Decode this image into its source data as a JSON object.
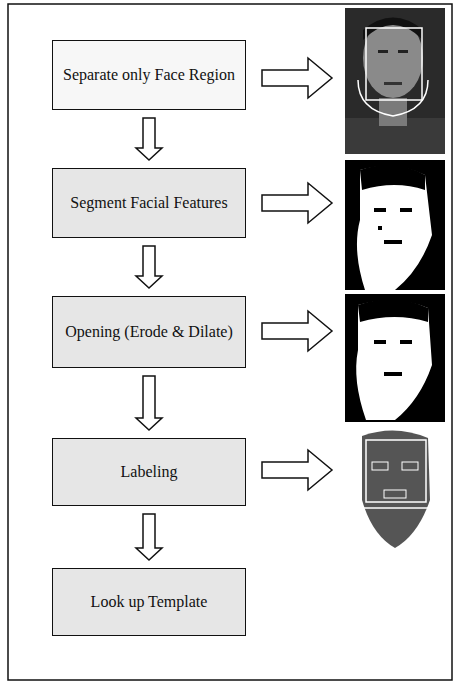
{
  "diagram": {
    "nodes": [
      {
        "text": [
          "Separate only Face Region"
        ]
      },
      {
        "text": [
          "Segment Facial Features"
        ]
      },
      {
        "text": [
          "Opening (Erode & Dilate)"
        ]
      },
      {
        "text": [
          "Labeling"
        ]
      },
      {
        "text": [
          "Look up Template"
        ]
      }
    ],
    "edges": [
      {
        "from": 0,
        "to": 1,
        "arrow": "to"
      },
      {
        "from": 1,
        "to": 2,
        "arrow": "to"
      },
      {
        "from": 2,
        "to": 3,
        "arrow": "to"
      },
      {
        "from": 3,
        "to": 4,
        "arrow": "to"
      }
    ]
  }
}
